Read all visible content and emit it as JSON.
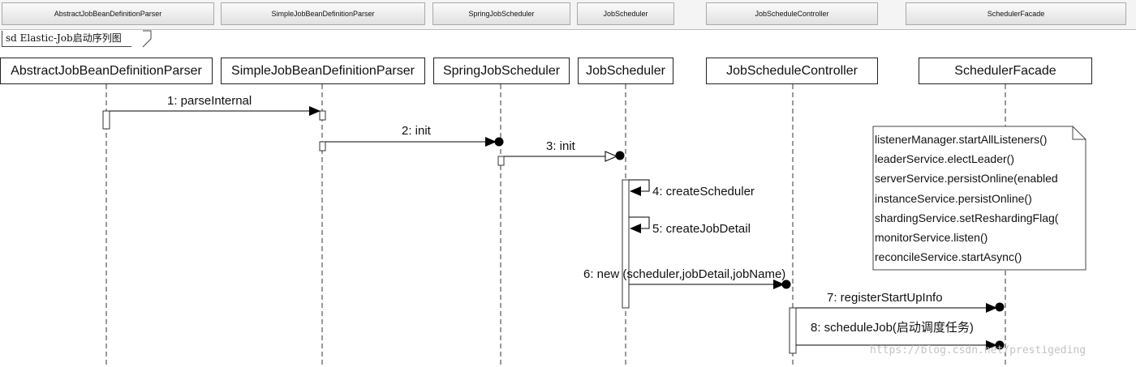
{
  "tabs": [
    {
      "label": "AbstractJobBeanDefinitionParser"
    },
    {
      "label": "SimpleJobBeanDefinitionParser"
    },
    {
      "label": "SpringJobScheduler"
    },
    {
      "label": "JobScheduler"
    },
    {
      "label": "JobScheduleController"
    },
    {
      "label": "SchedulerFacade"
    }
  ],
  "frame": {
    "label": "sd Elastic-Job启动序列图"
  },
  "lifelines": [
    {
      "name": "AbstractJobBeanDefinitionParser"
    },
    {
      "name": "SimpleJobBeanDefinitionParser"
    },
    {
      "name": "SpringJobScheduler"
    },
    {
      "name": "JobScheduler"
    },
    {
      "name": "JobScheduleController"
    },
    {
      "name": "SchedulerFacade"
    }
  ],
  "messages": [
    {
      "label": "1: parseInternal"
    },
    {
      "label": "2: init"
    },
    {
      "label": "3: init"
    },
    {
      "label": "4: createScheduler"
    },
    {
      "label": "5: createJobDetail"
    },
    {
      "label": "6: new (scheduler,jobDetail,jobName)"
    },
    {
      "label": "7: registerStartUpInfo"
    },
    {
      "label": "8: scheduleJob(启动调度任务)"
    }
  ],
  "note": {
    "lines": [
      "listenerManager.startAllListeners()",
      "leaderService.electLeader()",
      "serverService.persistOnline(enabled",
      "instanceService.persistOnline()",
      "shardingService.setReshardingFlag(",
      "monitorService.listen()",
      "reconcileService.startAsync()"
    ]
  },
  "watermark": "https://blog.csdn.net/prestigeding"
}
